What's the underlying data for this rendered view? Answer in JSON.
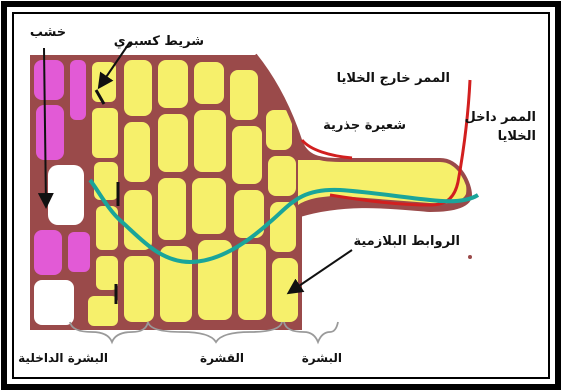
{
  "diagram": {
    "labels": {
      "xylem": "خشب",
      "casparian_strip": "شريط كسبري",
      "apoplast": "الممر خارج الخلايا",
      "symplast_line1": "الممر داخل",
      "symplast_line2": "الخلايا",
      "root_hair": "شعيرة جذرية",
      "plasmodesmata": "الروابط البلازمية",
      "endodermis": "البشرة الداخلية",
      "cortex": "القشرة",
      "epidermis": "البشرة"
    },
    "colors": {
      "cell_wall": "#9a4a4a",
      "cortex_cell": "#f6f06b",
      "xylem_cell": "#e25ad6",
      "symplast_path": "#1aa59a",
      "apoplast_path": "#d21f1f",
      "background": "#ffffff",
      "frame": "#000000"
    }
  }
}
